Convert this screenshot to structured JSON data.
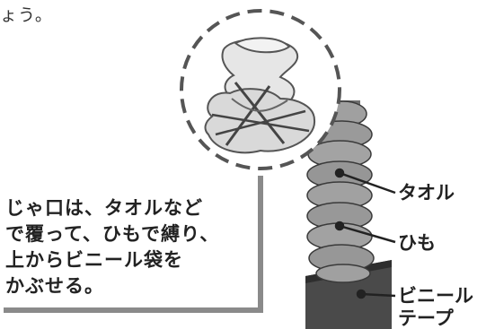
{
  "header": {
    "partial_text": "ょう。"
  },
  "caption": {
    "lines": [
      "じゃ口は、タオルなど",
      "で覆って、ひもで縛り、",
      "上からビニール袋を",
      "かぶせる。"
    ]
  },
  "labels": {
    "towel": "タオル",
    "string": "ひも",
    "vinyl_tape_line1": "ビニール",
    "vinyl_tape_line2": "テープ"
  },
  "colors": {
    "towel_fill": "#9a9a9a",
    "tape_fill": "#4a4a4a",
    "outline": "#555555",
    "frame_line": "#8a8a8a"
  }
}
